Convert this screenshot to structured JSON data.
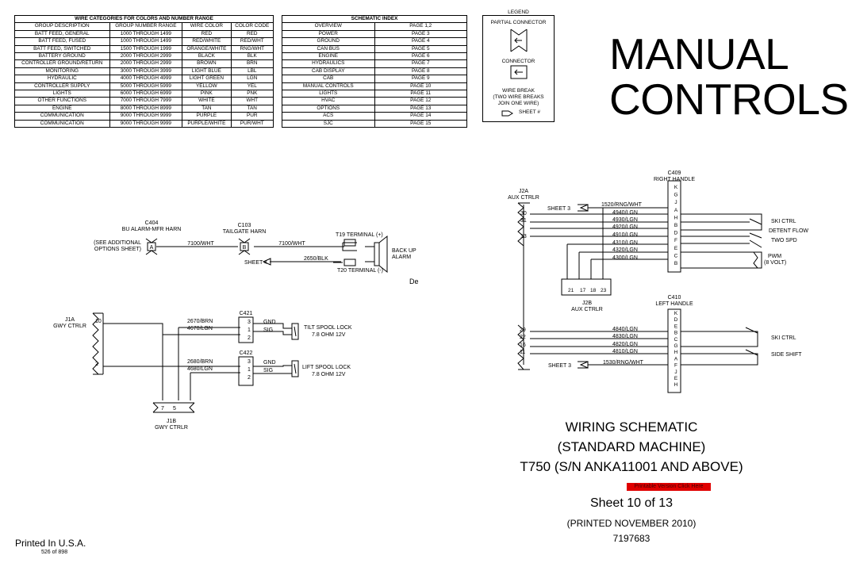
{
  "wire_table": {
    "caption": "WIRE CATEGORIES FOR COLORS AND NUMBER RANGE",
    "headers": [
      "GROUP DESCRIPTION",
      "GROUP NUMBER RANGE",
      "WIRE COLOR",
      "COLOR CODE"
    ],
    "rows": [
      [
        "BATT FEED, GENERAL",
        "1000 THROUGH 1499",
        "RED",
        "RED"
      ],
      [
        "BATT FEED, FUSED",
        "1000 THROUGH 1499",
        "RED/WHITE",
        "RED/WHT"
      ],
      [
        "BATT FEED, SWITCHED",
        "1500 THROUGH 1999",
        "ORANGE/WHITE",
        "RNG/WHT"
      ],
      [
        "BATTERY GROUND",
        "2000 THROUGH 2999",
        "BLACK",
        "BLK"
      ],
      [
        "CONTROLLER GROUND/RETURN",
        "2000 THROUGH 2999",
        "BROWN",
        "BRN"
      ],
      [
        "MONITORING",
        "3000 THROUGH 3999",
        "LIGHT BLUE",
        "LBL"
      ],
      [
        "HYDRAULIC",
        "4000 THROUGH 4999",
        "LIGHT GREEN",
        "LGN"
      ],
      [
        "CONTROLLER SUPPLY",
        "5000 THROUGH 5999",
        "YELLOW",
        "YEL"
      ],
      [
        "LIGHTS",
        "6000 THROUGH 6999",
        "PINK",
        "PNK"
      ],
      [
        "OTHER FUNCTIONS",
        "7000 THROUGH 7999",
        "WHITE",
        "WHT"
      ],
      [
        "ENGINE",
        "8000 THROUGH 8999",
        "TAN",
        "TAN"
      ],
      [
        "COMMUNICATION",
        "9000 THROUGH 9999",
        "PURPLE",
        "PUR"
      ],
      [
        "COMMUNICATION",
        "9000 THROUGH 9999",
        "PURPLE/WHITE",
        "PUR/WHT"
      ]
    ]
  },
  "schematic_index": {
    "caption": "SCHEMATIC INDEX",
    "rows": [
      [
        "OVERVIEW",
        "PAGE 1,2"
      ],
      [
        "POWER",
        "PAGE 3"
      ],
      [
        "GROUND",
        "PAGE 4"
      ],
      [
        "CAN BUS",
        "PAGE 5"
      ],
      [
        "ENGINE",
        "PAGE 6"
      ],
      [
        "HYDRAULICS",
        "PAGE 7"
      ],
      [
        "CAB DISPLAY",
        "PAGE 8"
      ],
      [
        "CAB",
        "PAGE 9"
      ],
      [
        "MANUAL CONTROLS",
        "PAGE 10"
      ],
      [
        "LIGHTS",
        "PAGE 11"
      ],
      [
        "HVAC",
        "PAGE 12"
      ],
      [
        "OPTIONS",
        "PAGE 13"
      ],
      [
        "ACS",
        "PAGE 14"
      ],
      [
        "SJC",
        "PAGE 15"
      ]
    ]
  },
  "legend": {
    "title": "LEGEND",
    "partial_connector": "PARTIAL CONNECTOR",
    "connector": "CONNECTOR",
    "wire_break_1": "WIRE BREAK",
    "wire_break_2": "(TWO WIRE BREAKS",
    "wire_break_3": "JOIN ONE WIRE)",
    "sheet": "SHEET #"
  },
  "page_title": {
    "line1": "MANUAL",
    "line2": "CONTROLS"
  },
  "schematic": {
    "c404_label": "C404",
    "c404_name": "BU ALARM-MFR HARN",
    "see_additional_1": "(SEE ADDITIONAL",
    "see_additional_2": "OPTIONS SHEET)",
    "pin_a": "A",
    "pin_b": "B",
    "w7100a": "7100/WHT",
    "w7100b": "7100/WHT",
    "c103_label": "C103",
    "c103_name": "TAILGATE HARN",
    "t19": "T19 TERMINAL (+)",
    "t20": "T20 TERMINAL (-)",
    "backup_1": "BACK UP",
    "backup_2": "ALARM",
    "sheet4": "SHEET 4",
    "w2650": "2650/BLK",
    "cut_text": "De",
    "j1a_label": "J1A",
    "j1a_name": "GWY CTRLR",
    "pin10": "10",
    "pin2": "2",
    "pin7": "7",
    "pin5": "5",
    "pin3": "3",
    "pin1": "1",
    "j1b_label": "J1B",
    "j1b_name": "GWY CTRLR",
    "c421": "C421",
    "c422": "C422",
    "w2670": "2670/BRN",
    "w4670": "4670/LGN",
    "w2680": "2680/BRN",
    "w4680": "4680/LGN",
    "gnd": "GND",
    "sig": "SIG",
    "tilt_1": "TILT SPOOL LOCK",
    "tilt_2": "7.8 OHM 12V",
    "lift_1": "LIFT SPOOL LOCK",
    "lift_2": "7.8 OHM 12V",
    "j2a_label": "J2A",
    "j2a_name": "AUX CTRLR",
    "c409_label": "C409",
    "c409_name": "RIGHT HANDLE",
    "sheet3": "SHEET 3",
    "w1520": "1520/RNG/WHT",
    "w4940": "4940/LGN",
    "w4930": "4930/LGN",
    "w4920": "4920/LGN",
    "w4910": "4910/LGN",
    "w4310": "4310/LGN",
    "w4320": "4320/LGN",
    "w4300": "4300/LGN",
    "pin30": "30",
    "pin31": "31",
    "pin13": "13",
    "ski_ctrl": "SKI CTRL",
    "detent_flow": "DETENT FLOW",
    "two_spd": "TWO SPD",
    "pwm_1": "PWM",
    "pwm_2": "(8 VOLT)",
    "j2b_pins": [
      "21",
      "17",
      "18",
      "23"
    ],
    "j2b_label": "J2B",
    "j2b_name": "AUX CTRLR",
    "c410_label": "C410",
    "c410_name": "LEFT HANDLE",
    "pin29": "29",
    "pin22": "22",
    "pin16": "16",
    "pin11": "11",
    "w4840": "4840/LGN",
    "w4830": "4830/LGN",
    "w4820": "4820/LGN",
    "w4810": "4810/LGN",
    "w1530": "1530/RNG/WHT",
    "ski_ctrl2": "SKI CTRL",
    "side_shift": "SIDE SHIFT",
    "sheet3b": "SHEET 3",
    "c409_pins": [
      "K",
      "G",
      "J",
      "A",
      "H",
      "B",
      "D",
      "F",
      "E",
      "C",
      "B"
    ],
    "c410_pins": [
      "K",
      "D",
      "E",
      "B",
      "C",
      "G",
      "H",
      "A",
      "F",
      "J",
      "E",
      "H"
    ]
  },
  "title_block": {
    "line1": "WIRING SCHEMATIC",
    "line2": "(STANDARD MACHINE)",
    "line3": "T750 (S/N ANKA11001 AND ABOVE)",
    "link": "Printable Version Click Here",
    "sheet": "Sheet 10 of 13",
    "printed": "(PRINTED NOVEMBER 2010)",
    "part_no": "7197683"
  },
  "footer": {
    "printed_in": "Printed In U.S.A.",
    "page_count": "526 of 898"
  },
  "colors": {
    "link_bg": "#e00000",
    "ink": "#000000"
  }
}
